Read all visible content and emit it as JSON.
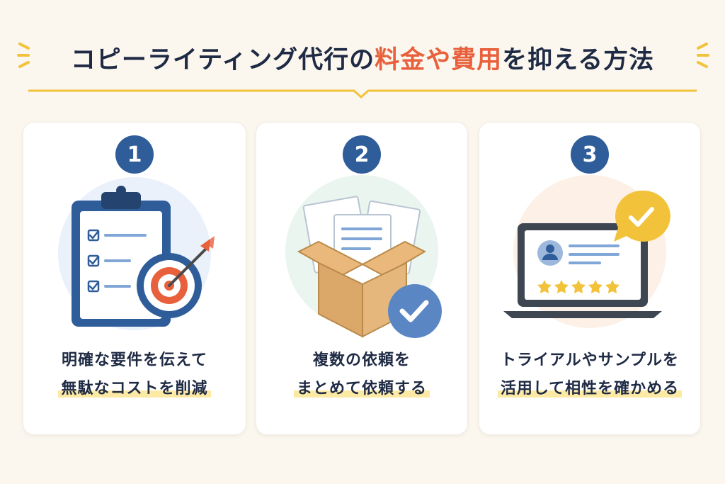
{
  "title": {
    "part1": "コピーライティング代行の",
    "accent": "料金や費用",
    "part2": "を抑える方法"
  },
  "steps": [
    {
      "number": "1",
      "line1": "明確な要件を伝えて",
      "line2": "無駄なコストを削減"
    },
    {
      "number": "2",
      "line1": "複数の依頼を",
      "line2": "まとめて依頼する"
    },
    {
      "number": "3",
      "line1": "トライアルやサンプルを",
      "line2": "活用して相性を確かめる"
    }
  ],
  "colors": {
    "navy": "#2f5d9a",
    "accent": "#e8603c",
    "yellow": "#f2c23a",
    "highlight": "#fbe9a4",
    "background": "#fbf7ef"
  },
  "icons": [
    "clipboard-checklist-icon",
    "target-arrow-icon",
    "box-documents-icon",
    "check-badge-icon",
    "laptop-profile-icon",
    "rating-stars-icon"
  ]
}
